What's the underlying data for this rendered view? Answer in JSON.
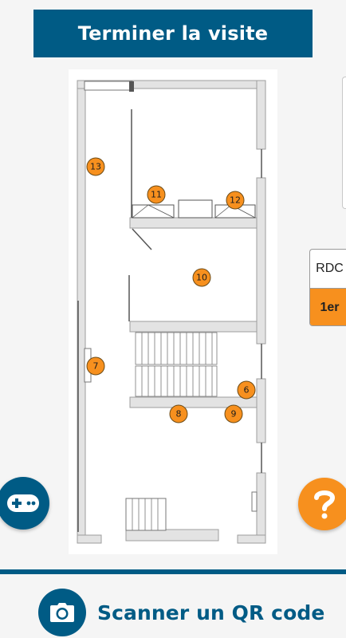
{
  "header": {
    "end_visit_label": "Terminer la visite"
  },
  "floors": {
    "items": [
      {
        "label": "RDC",
        "active": false
      },
      {
        "label": "1er",
        "active": true
      }
    ]
  },
  "map": {
    "points": [
      {
        "label": "13"
      },
      {
        "label": "11"
      },
      {
        "label": "12"
      },
      {
        "label": "10"
      },
      {
        "label": "7"
      },
      {
        "label": "6"
      },
      {
        "label": "8"
      },
      {
        "label": "9"
      }
    ]
  },
  "footer": {
    "scan_label": "Scanner un QR code"
  },
  "icons": {
    "game": "gamepad-icon",
    "help": "question-mark-icon",
    "camera": "camera-icon"
  },
  "colors": {
    "primary": "#005b85",
    "accent": "#f7901e",
    "background": "#f5f5f5"
  }
}
